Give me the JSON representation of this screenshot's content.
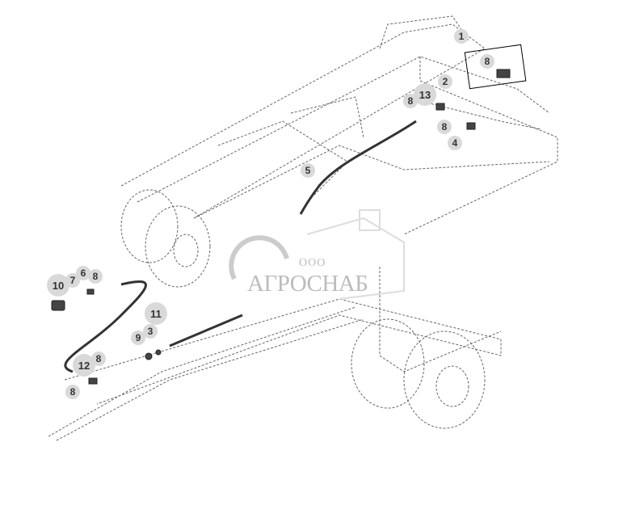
{
  "callouts": [
    "1",
    "8",
    "2",
    "13",
    "8",
    "8",
    "4",
    "5",
    "10",
    "7",
    "6",
    "8",
    "11",
    "3",
    "9",
    "12",
    "8",
    "8"
  ],
  "watermark": {
    "prefix": "ООО",
    "name": "АГРОСНАБ"
  },
  "colors": {
    "line": "#555555",
    "callout_fill": "#d9d9d9",
    "watermark": "#bcbcbc"
  }
}
